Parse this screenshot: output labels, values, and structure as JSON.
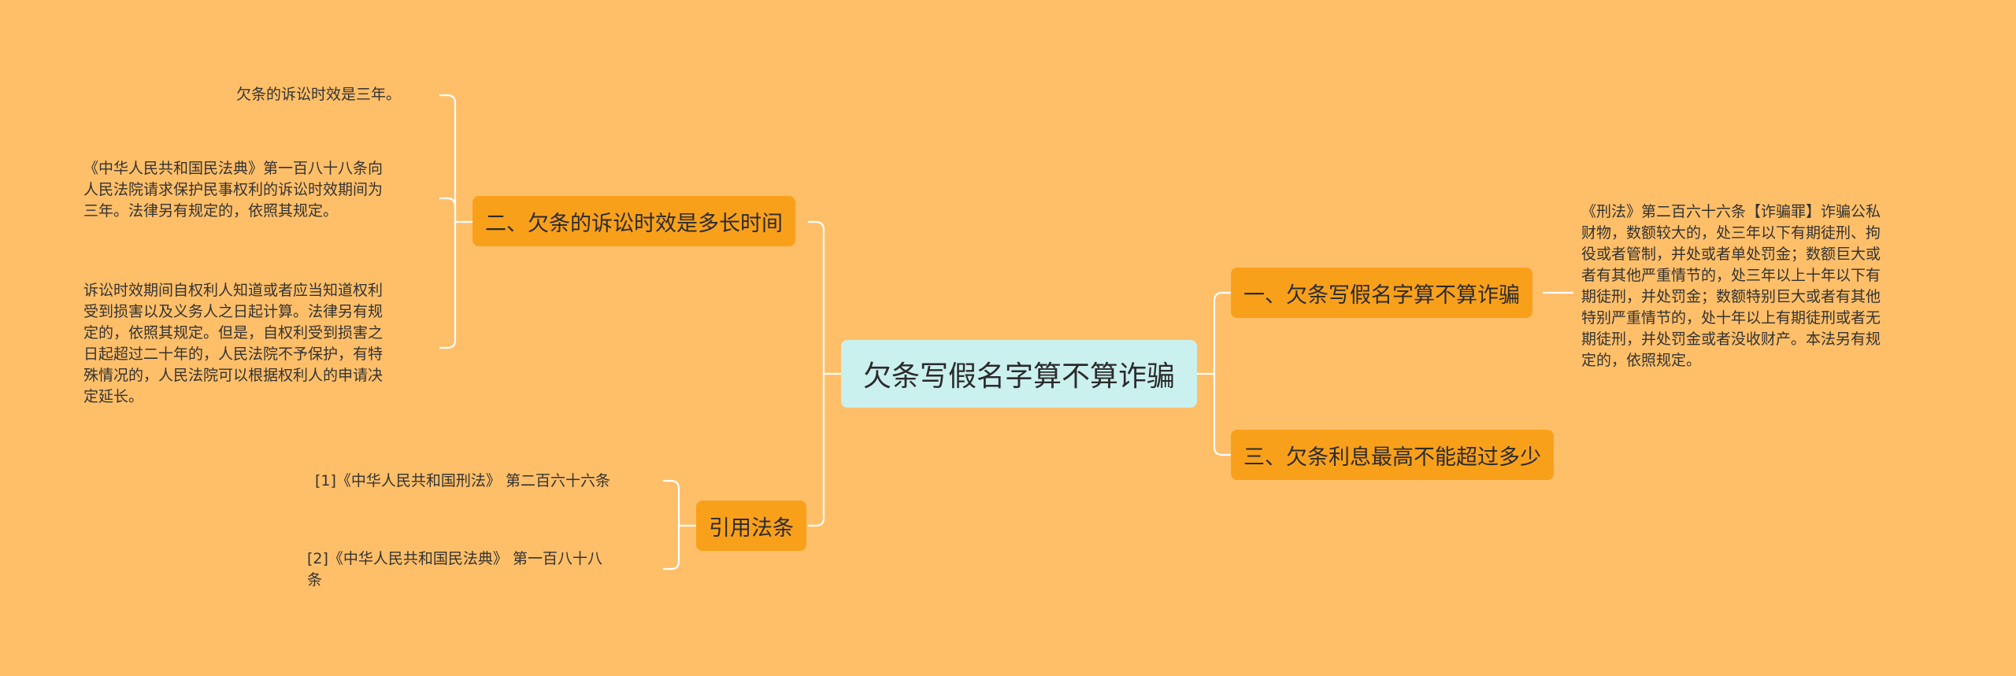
{
  "root": {
    "label": "欠条写假名字算不算诈骗"
  },
  "branches": {
    "b1": {
      "label": "一、欠条写假名字算不算诈骗"
    },
    "b2": {
      "label": "二、欠条的诉讼时效是多长时间"
    },
    "b3": {
      "label": "三、欠条利息最高不能超过多少"
    },
    "b4": {
      "label": "引用法条"
    }
  },
  "leaves": {
    "b1_text": "《刑法》第二百六十六条【诈骗罪】诈骗公私\n财物，数额较大的，处三年以下有期徒刑、拘\n役或者管制，并处或者单处罚金；数额巨大或\n者有其他严重情节的，处三年以上十年以下有\n期徒刑，并处罚金；数额特别巨大或者有其他\n特别严重情节的，处十年以上有期徒刑或者无\n期徒刑，并处罚金或者没收财产。本法另有规\n定的，依照规定。",
    "b2_a": "欠条的诉讼时效是三年。",
    "b2_b": "《中华人民共和国民法典》第一百八十八条向\n人民法院请求保护民事权利的诉讼时效期间为\n三年。法律另有规定的，依照其规定。",
    "b2_c": "诉讼时效期间自权利人知道或者应当知道权利\n受到损害以及义务人之日起计算。法律另有规\n定的，依照其规定。但是，自权利受到损害之\n日起超过二十年的，人民法院不予保护，有特\n殊情况的，人民法院可以根据权利人的申请决\n定延长。",
    "b4_a": "[1]《中华人民共和国刑法》 第二百六十六条",
    "b4_b": "[2]《中华人民共和国民法典》 第一百八十八\n条"
  },
  "colors": {
    "background": "#ffbf69",
    "root_fill": "#cbf1ef",
    "branch_fill": "#f9a01b",
    "connector": "#ffffff"
  }
}
